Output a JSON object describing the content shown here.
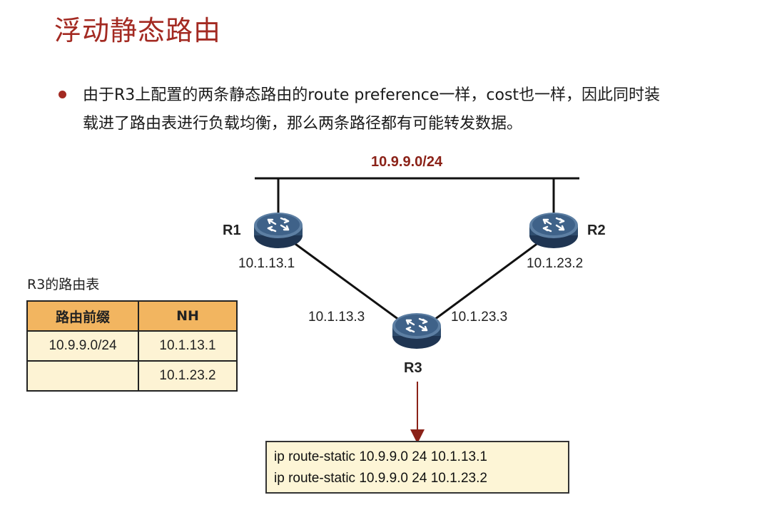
{
  "slide": {
    "title": "浮动静态路由",
    "bullet": {
      "line1": "由于R3上配置的两条静态路由的route preference一样，cost也一样，因此同时装",
      "line2": "载进了路由表进行负载均衡，那么两条路径都有可能转发数据。"
    }
  },
  "topology": {
    "network_label": "10.9.9.0/24",
    "routers": {
      "r1": {
        "name": "R1",
        "ip": "10.1.13.1"
      },
      "r2": {
        "name": "R2",
        "ip": "10.1.23.2"
      },
      "r3": {
        "name": "R3",
        "ip_left": "10.1.13.3",
        "ip_right": "10.1.23.3"
      }
    },
    "colors": {
      "router_body": "#2f4d6e",
      "router_top": "#5d7fa3",
      "arrow": "#8b2218"
    }
  },
  "routing_table": {
    "caption": "R3的路由表",
    "headers": [
      "路由前缀",
      "NH"
    ],
    "rows": [
      [
        "10.9.9.0/24",
        "10.1.13.1"
      ],
      [
        "",
        "10.1.23.2"
      ]
    ]
  },
  "commands": [
    "ip route-static 10.9.9.0 24 10.1.13.1",
    "ip route-static 10.9.9.0 24 10.1.23.2"
  ]
}
